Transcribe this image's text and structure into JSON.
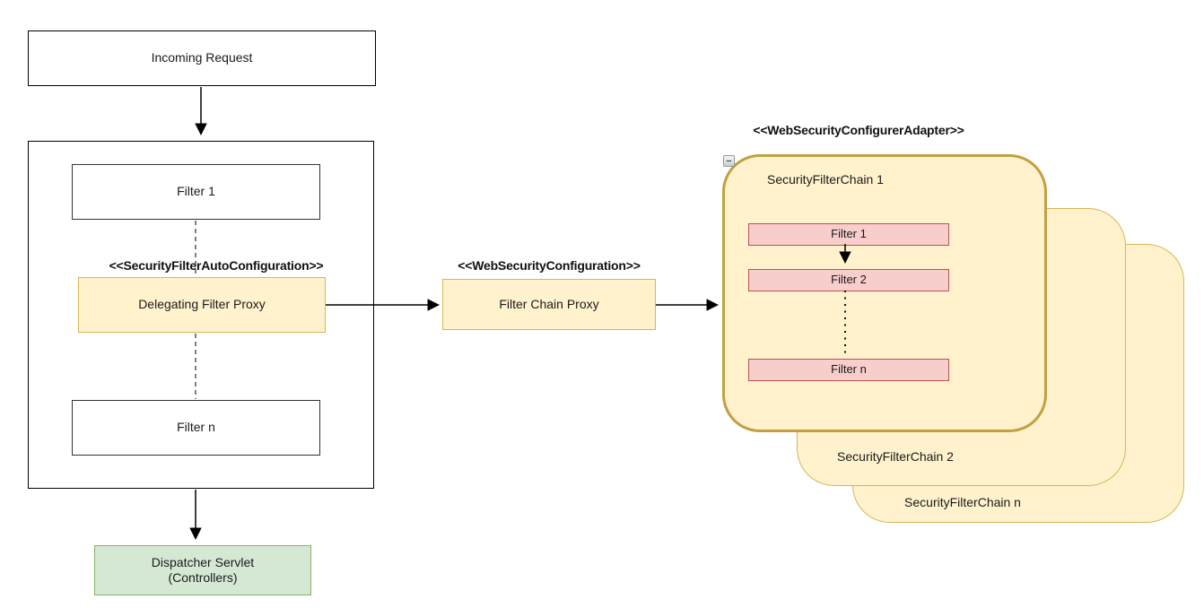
{
  "diagram": {
    "nodes": {
      "incoming_request": "Incoming Request",
      "filter_1": "Filter 1",
      "delegating_filter_proxy": "Delegating Filter Proxy",
      "filter_n": "Filter n",
      "filter_chain_proxy": "Filter Chain Proxy",
      "dispatcher_servlet_line1": "Dispatcher Servlet",
      "dispatcher_servlet_line2": "(Controllers)"
    },
    "stereotypes": {
      "security_filter_auto_configuration": "<<SecurityFilterAutoConfiguration>>",
      "web_security_configuration": "<<WebSecurityConfiguration>>",
      "web_security_configurer_adapter": "<<WebSecurityConfigurerAdapter>>"
    },
    "security_filter_chains": {
      "chain1_label": "SecurityFilterChain 1",
      "chain2_label": "SecurityFilterChain 2",
      "chainN_label": "SecurityFilterChain n",
      "chain1_filters": [
        "Filter 1",
        "Filter 2",
        "Filter n"
      ]
    },
    "icons": {
      "collapse_icon": "−"
    },
    "colors": {
      "yellow_fill": "#FFF2CC",
      "yellow_border": "#D6B656",
      "front_chain_border": "#C0A040",
      "pink_fill": "#F8CECC",
      "pink_border": "#B85450",
      "green_fill": "#D5E8D4",
      "green_border": "#82B366",
      "line_color": "#000000"
    }
  }
}
